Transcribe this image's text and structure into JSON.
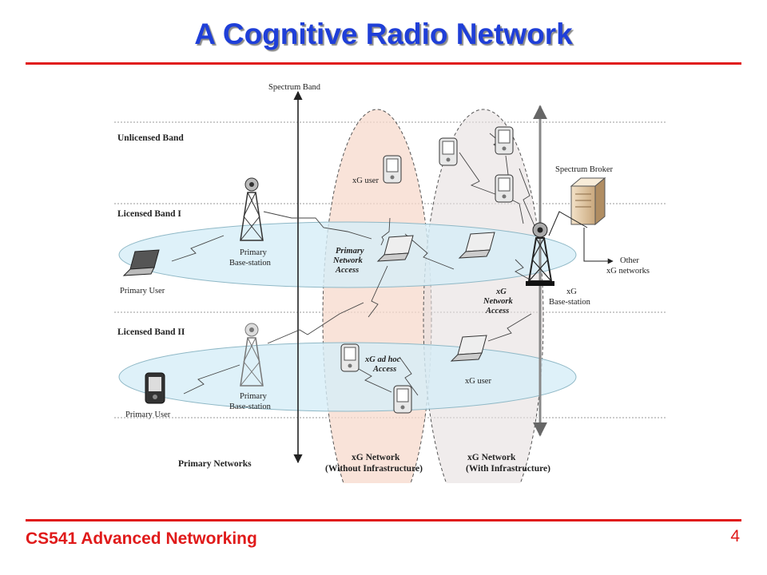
{
  "slide": {
    "title": "A Cognitive Radio Network",
    "footer": "CS541 Advanced Networking",
    "page_number": "4",
    "colors": {
      "title": "#1f3fd8",
      "accent": "#e01a1a"
    }
  },
  "diagram": {
    "spectrum_axis_label": "Spectrum Band",
    "bands": {
      "unlicensed": "Unlicensed Band",
      "licensed_1": "Licensed Band I",
      "licensed_2": "Licensed Band II"
    },
    "primary_networks_label": "Primary Networks",
    "band1": {
      "base_station": [
        "Primary",
        "Base-station"
      ],
      "user": "Primary User"
    },
    "band2": {
      "base_station": [
        "Primary",
        "Base-station"
      ],
      "user": "Primary User"
    },
    "xg_no_infra": {
      "title": "xG Network",
      "subtitle": "(Without Infrastructure)",
      "xg_user": "xG user",
      "primary_access": [
        "Primary",
        "Network",
        "Access"
      ],
      "adhoc_access": [
        "xG ad hoc",
        "Access"
      ]
    },
    "xg_infra": {
      "title": "xG Network",
      "subtitle": "(With Infrastructure)",
      "network_access": [
        "xG",
        "Network",
        "Access"
      ],
      "xg_user": "xG user"
    },
    "spectrum_broker": "Spectrum Broker",
    "xg_base_station": [
      "xG",
      "Base-station"
    ],
    "other_networks": [
      "Other",
      "xG networks"
    ]
  }
}
